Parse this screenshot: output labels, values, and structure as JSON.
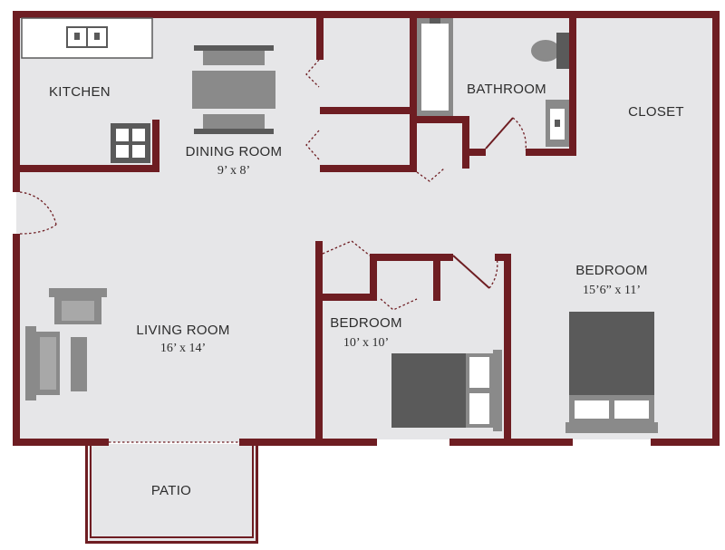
{
  "rooms": {
    "kitchen": {
      "name": "KITCHEN"
    },
    "dining": {
      "name": "DINING ROOM",
      "size": "9’ x 8’"
    },
    "bathroom": {
      "name": "BATHROOM"
    },
    "closet": {
      "name": "CLOSET"
    },
    "living": {
      "name": "LIVING ROOM",
      "size": "16’ x 14’"
    },
    "bedroom_small": {
      "name": "BEDROOM",
      "size": "10’ x 10’"
    },
    "bedroom_large": {
      "name": "BEDROOM",
      "size": "15’6” x 11’"
    },
    "patio": {
      "name": "PATIO"
    }
  },
  "colors": {
    "wall": "#6e1d22",
    "floor": "#e6e6e8",
    "furniture": "#8a8a8a",
    "bed": "#5a5a5a"
  }
}
